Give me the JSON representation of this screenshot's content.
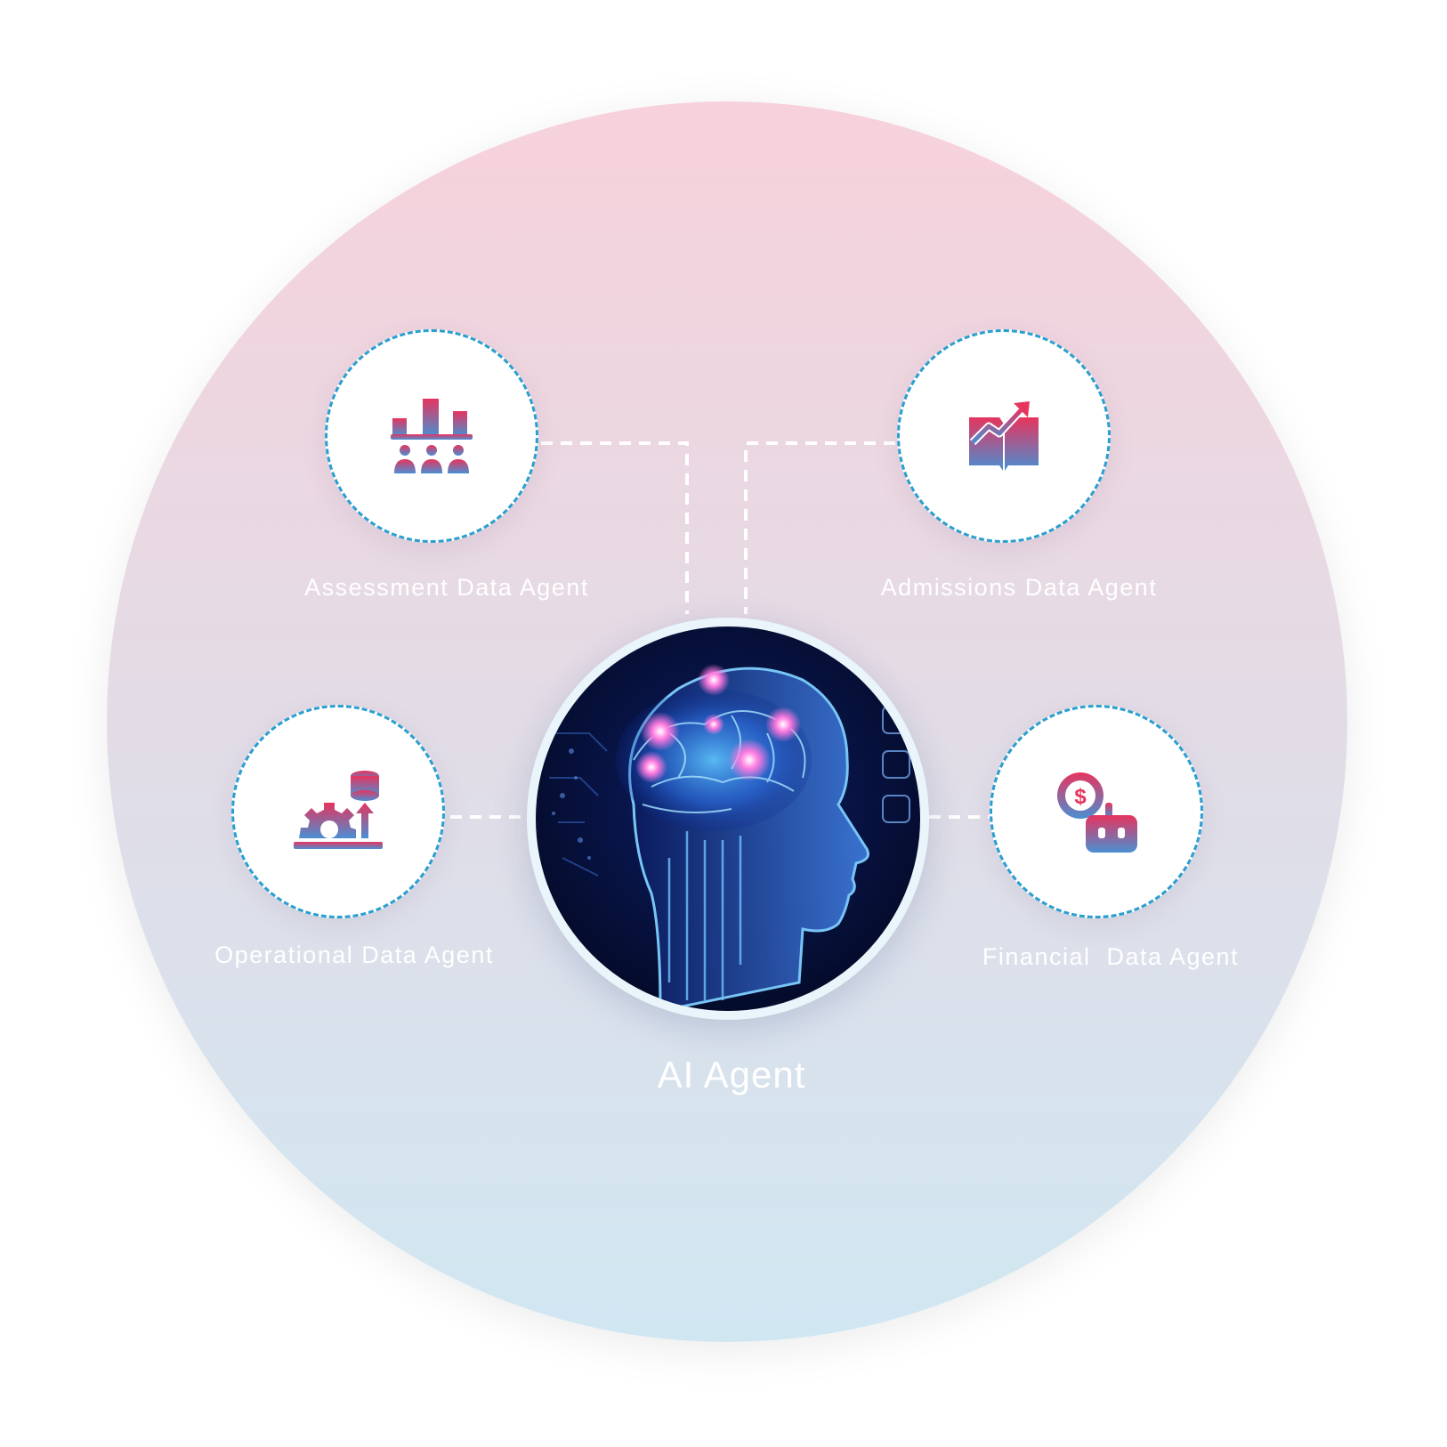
{
  "center": {
    "label": "AI Agent",
    "image": "ai-brain-head-illustration"
  },
  "agents": [
    {
      "id": "assessment",
      "label": "Assessment Data Agent",
      "icon": "bar-chart-people-icon"
    },
    {
      "id": "admissions",
      "label": "Admissions Data Agent",
      "icon": "book-growth-arrow-icon"
    },
    {
      "id": "operational",
      "label": "Operational Data Agent",
      "icon": "gear-database-upload-icon"
    },
    {
      "id": "financial",
      "label": "Financial  Data Agent",
      "icon": "dollar-coin-robot-icon"
    }
  ],
  "colors": {
    "icon_gradient_top": "#e6345e",
    "icon_gradient_bottom": "#4a8fd2",
    "dashed_border": "#2a9fd0",
    "connector": "#ffffff",
    "background_top": "#f7d1db",
    "background_bottom": "#d0e7f2"
  }
}
